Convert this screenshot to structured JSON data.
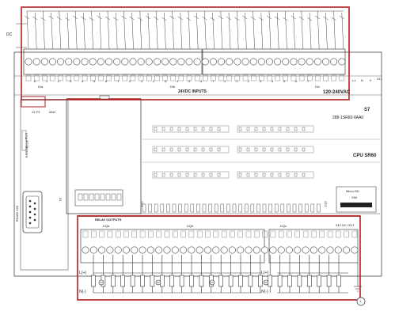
{
  "diagram": {
    "top_labels": {
      "dc": "DC",
      "input_caption": "24VDC INPUTS",
      "power_caption": "120-240VAC",
      "power_terminals": [
        "L1",
        "N",
        "⏚"
      ],
      "input_groups": [
        "DIa",
        "DIb",
        "DIc"
      ],
      "input_bits": [
        ".0",
        ".1",
        ".2",
        ".3",
        ".4",
        ".5",
        ".6",
        ".7",
        ".0",
        ".1",
        ".2",
        ".3",
        ".4",
        ".5",
        ".6",
        ".7",
        ".0",
        ".1",
        ".2",
        ".3",
        ".4",
        ".5",
        ".6",
        ".7"
      ]
    },
    "left_panel": {
      "status_lines": [
        "RUN",
        "STOP",
        "ERROR"
      ],
      "card_labels": [
        "X1 P1",
        "MAC"
      ],
      "port_label": "RS485 X20",
      "x2_label": "X2"
    },
    "model": {
      "brand": "S7",
      "order_number": "288-1SR60-0AA0",
      "cpu_name": "CPU SR60",
      "sd_label": "Micro-SD",
      "sd_slot": "X50",
      "x12_label": "X12",
      "x13_label": "X13",
      "x11_label": "X11"
    },
    "bottom_labels": {
      "relay_caption": "RELAY OUTPUTS",
      "output_groups": [
        "DQa",
        "DQb",
        "DQc"
      ],
      "sensor_out": "24V DC OUT",
      "l_plus": "L(+)",
      "n_minus": "N(-)",
      "l_plus_right": "L(+)",
      "n_minus_right": "N(-)",
      "callout": "1"
    },
    "colors": {
      "line": "#333333",
      "highlight": "#b02020",
      "panel": "#ffffff"
    }
  }
}
